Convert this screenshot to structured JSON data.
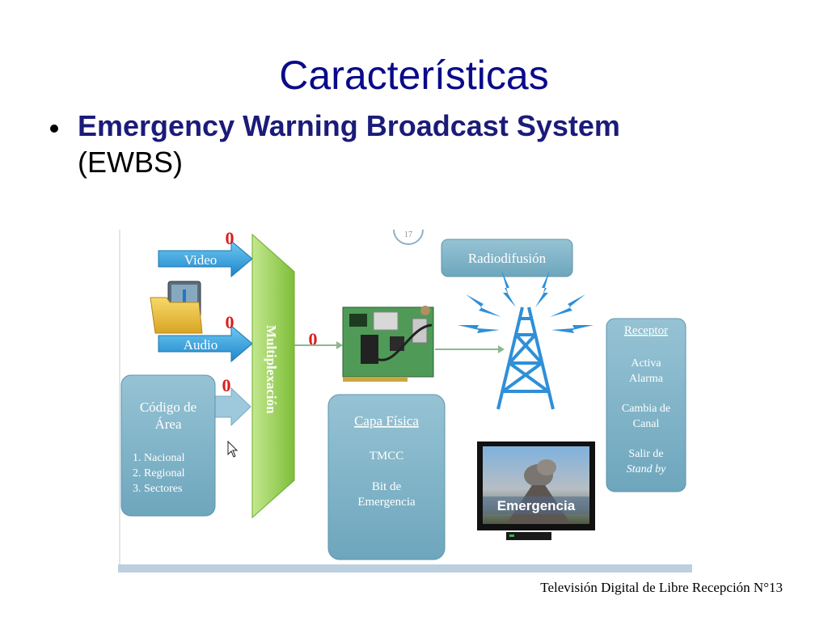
{
  "slide": {
    "title": "Características",
    "bullet_bold": "Emergency Warning Broadcast System",
    "bullet_rest": "(EWBS)",
    "footer": "Televisión Digital de Libre Recepción N°13"
  },
  "diagram": {
    "video_label": "Video",
    "audio_label": "Audio",
    "mux_label": "Multiplexación",
    "area_title_1": "Código de",
    "area_title_2": "Área",
    "area_items": [
      "1.   Nacional",
      "2.   Regional",
      "3.   Sectores"
    ],
    "phys_title": "Capa Física",
    "phys_line1": "TMCC",
    "phys_line2": "Bit de",
    "phys_line3": "Emergencia",
    "broadcast_label": "Radiodifusión",
    "receptor_title": "Receptor",
    "receptor_lines": [
      "Activa",
      "Alarma",
      "Cambia de",
      "Canal",
      "Salir de",
      "Stand by"
    ],
    "tv_caption": "Emergencia",
    "badge_digit": "0",
    "clock_digit": "17"
  },
  "colors": {
    "title": "#0a0a8a",
    "box_teal": "#7fb1c4",
    "mux_green": "#9ed257",
    "arrow_blue": "#2f9bd8",
    "tower_blue": "#2f8fd8"
  }
}
